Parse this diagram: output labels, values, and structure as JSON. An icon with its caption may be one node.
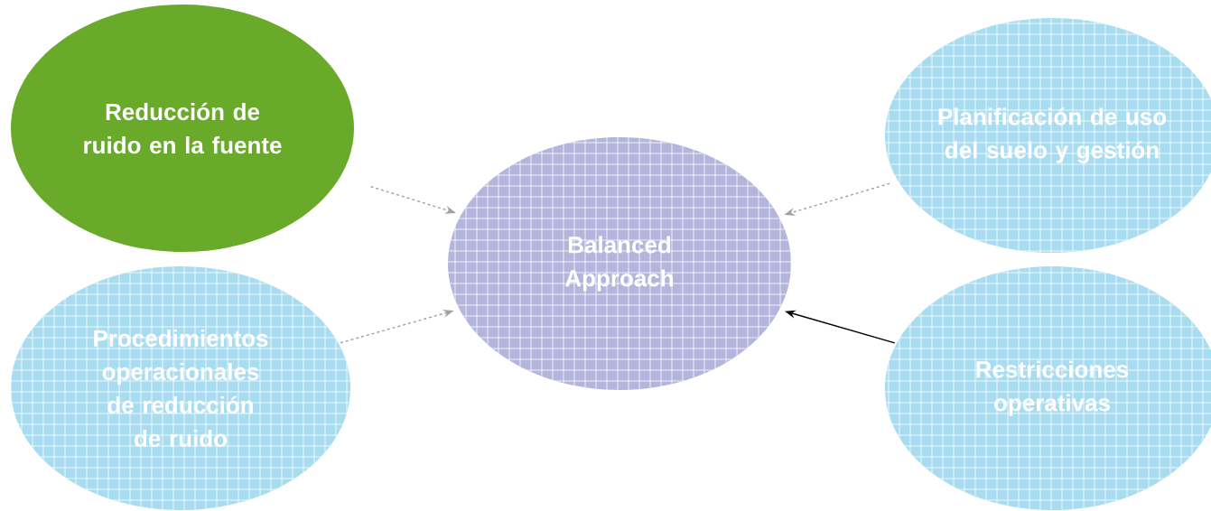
{
  "diagram": {
    "nodes": [
      {
        "text": [
          "Reducción de ruido en la fuente"
        ]
      },
      {
        "text": [
          "Planificación de uso del suelo y gestión"
        ]
      },
      {
        "text": [
          "Balanced Approach"
        ]
      },
      {
        "text": [
          "Procedimientos operacionales de reducción de ruido"
        ]
      },
      {
        "text": [
          "Restricciones operativas"
        ]
      }
    ],
    "edges": [
      {
        "from": 0,
        "to": 2,
        "arrow": "to",
        "style": "dashed",
        "color": "#a0a0a0"
      },
      {
        "from": 1,
        "to": 2,
        "arrow": "to",
        "style": "dashed",
        "color": "#a0a0a0"
      },
      {
        "from": 3,
        "to": 2,
        "arrow": "to",
        "style": "dashed",
        "color": "#a0a0a0"
      },
      {
        "from": 4,
        "to": 2,
        "arrow": "to",
        "color": "#000000"
      }
    ]
  }
}
